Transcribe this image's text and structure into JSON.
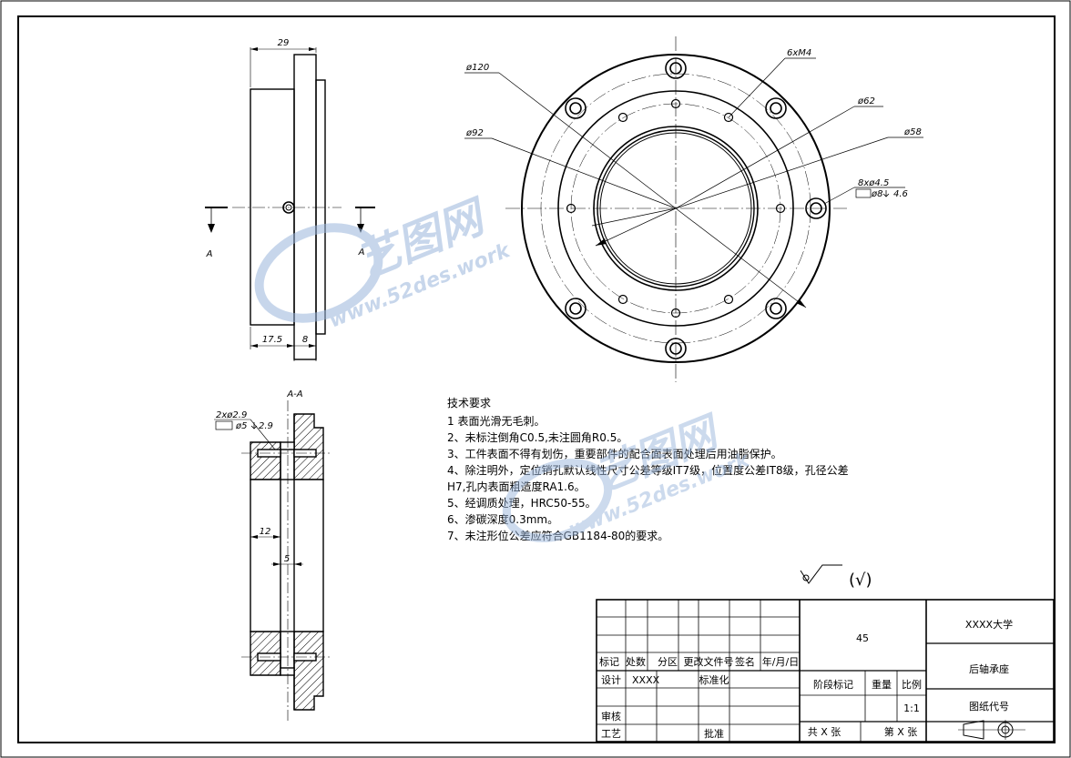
{
  "colors": {
    "ink": "#000000",
    "paper": "#ffffff",
    "watermark": "#9ab6dc"
  },
  "side_view": {
    "dim_width": "29",
    "dim_left": "17.5",
    "dim_right": "8",
    "section_mark_left": "A",
    "section_mark_right": "A"
  },
  "front_view": {
    "callouts": {
      "d120": "ø120",
      "d92": "ø92",
      "m4": "6xM4",
      "d62": "ø62",
      "d58": "ø58",
      "holes_a": "8xø4.5",
      "holes_b": "ø8",
      "holes_b_depth": "4.6"
    }
  },
  "section_view": {
    "title": "A-A",
    "callout_a": "2xø2.9",
    "callout_b": "ø5",
    "callout_b_depth": "2.9",
    "dim_12": "12",
    "dim_5": "5"
  },
  "tech_requirements": {
    "title": "技术要求",
    "items": [
      "1  表面光滑无毛刺。",
      "2、未标注倒角C0.5,未注圆角R0.5。",
      "3、工件表面不得有划伤，重要部件的配合面表面处理后用油脂保护。",
      "4、除注明外，定位销孔默认线性尺寸公差等级IT7级，位置度公差IT8级，孔径公差",
      "H7,孔内表面粗造度RA1.6。",
      "5、经调质处理，HRC50-55。",
      "6、渗碳深度0.3mm。",
      "7、未注形位公差应符合GB1184-80的要求。"
    ]
  },
  "surface_symbol_paren": "(√)",
  "title_block": {
    "material": "45",
    "school": "XXXX大学",
    "part_name": "后轴承座",
    "drawing_no": "图纸代号",
    "row_labels": [
      "标记",
      "处数",
      "分区",
      "更改文件号",
      "签名",
      "年/月/日"
    ],
    "design_label": "设计",
    "design_value": "XXXX",
    "standardize_label": "标准化",
    "review_label": "审核",
    "process_label": "工艺",
    "approve_label": "批准",
    "stage_label": "阶段标记",
    "weight_label": "重量",
    "scale_label": "比例",
    "scale_value": "1:1",
    "total_label": "共 X 张",
    "sheet_label": "第 X 张"
  },
  "watermark": {
    "brand": "艺图网",
    "url": "www.52des.work"
  }
}
